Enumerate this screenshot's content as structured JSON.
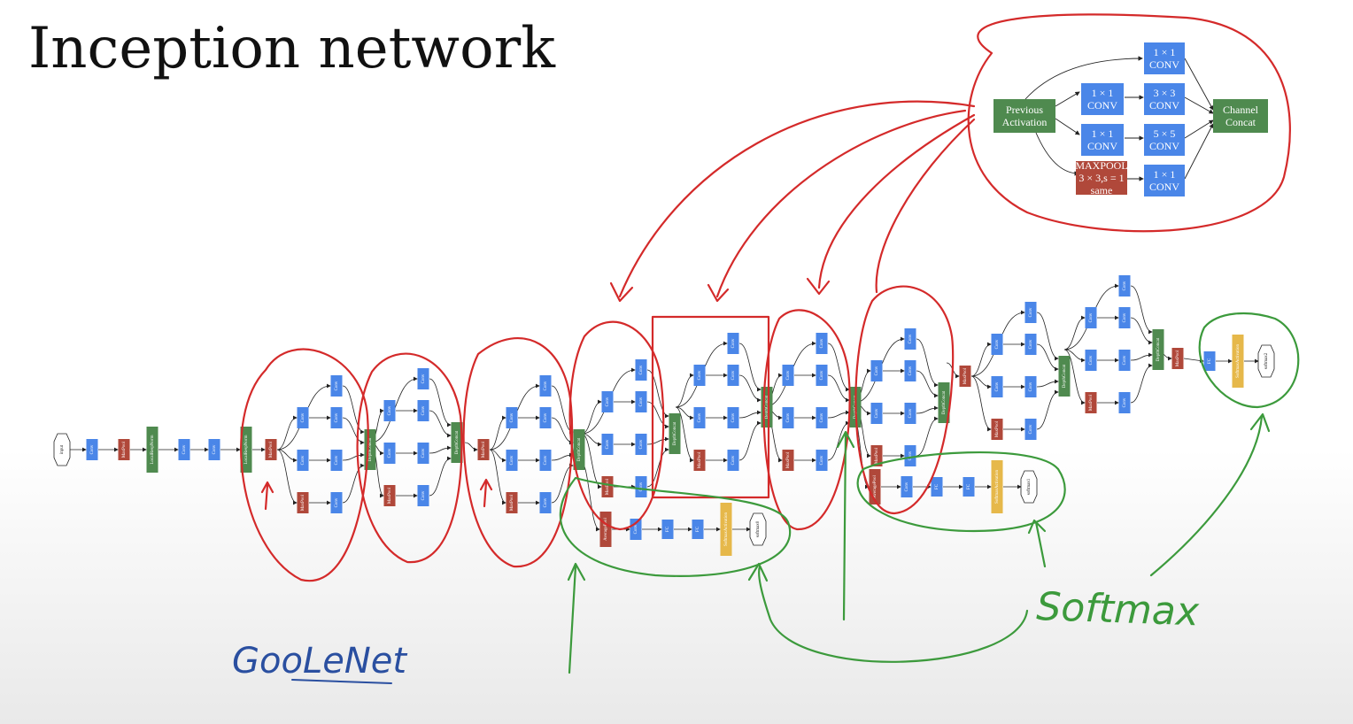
{
  "title": "Inception network",
  "inception_module": {
    "previous_activation": [
      "Previous",
      "Activation"
    ],
    "conv_1x1_a": [
      "1 × 1",
      "CONV"
    ],
    "conv_1x1_b": [
      "1 × 1",
      "CONV"
    ],
    "conv_3x3": [
      "3 × 3",
      "CONV"
    ],
    "conv_1x1_c": [
      "1 × 1",
      "CONV"
    ],
    "conv_5x5": [
      "5 × 5",
      "CONV"
    ],
    "maxpool": [
      "MAXPOOL",
      "3 × 3,s = 1",
      "same"
    ],
    "conv_1x1_d": [
      "1 × 1",
      "CONV"
    ],
    "channel_concat": [
      "Channel",
      "Concat"
    ]
  },
  "network_labels": {
    "input": "input",
    "conv": "Conv",
    "maxpool": "MaxPool",
    "lrn": "LocalRespNorm",
    "depth_concat": "DepthConcat",
    "avg_pool": "AveragePool",
    "fc": "FC",
    "softmax_activation": "SoftmaxActivation",
    "softmax0": "softmax0",
    "softmax1": "softmax1",
    "softmax2": "softmax2"
  },
  "annotations": {
    "softmax": "Softmax",
    "googlenet": "GooLeNet"
  },
  "colors": {
    "conv": "#4a86e8",
    "pool": "#b0483a",
    "norm_concat": "#4f8a4f",
    "softmax_act": "#e6b84a",
    "red_ink": "#d42a2a",
    "green_ink": "#3c9a3c",
    "blue_ink": "#2a4fa0"
  }
}
